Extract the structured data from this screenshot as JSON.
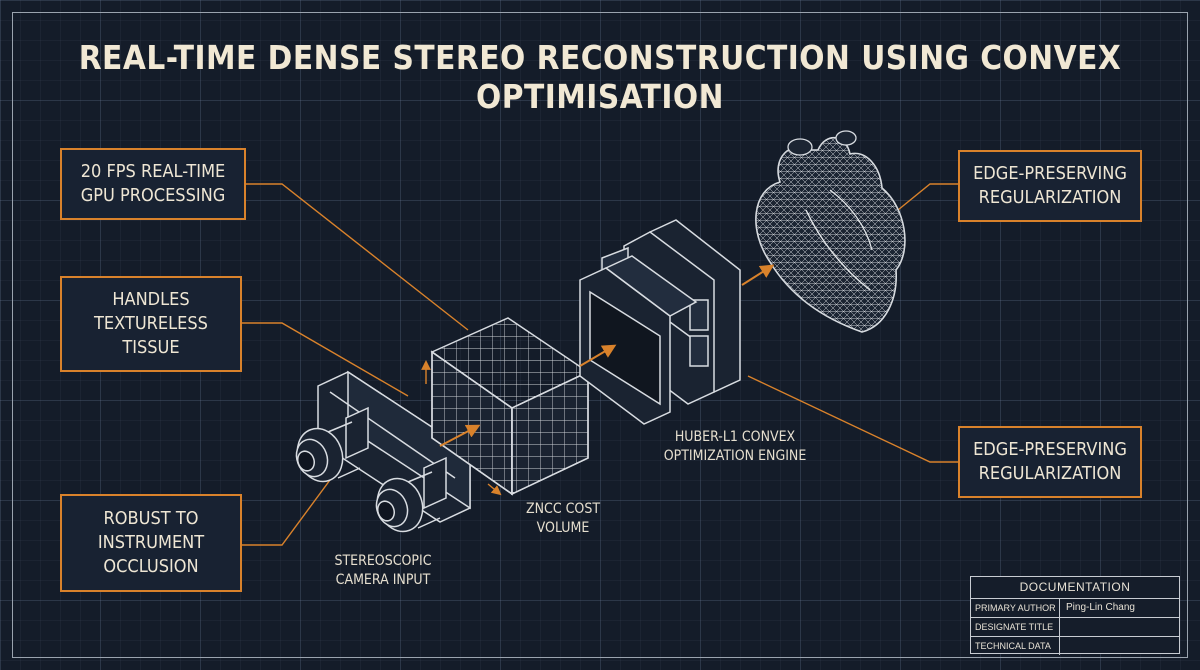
{
  "title": "Real-Time Dense Stereo Reconstruction Using Convex Optimisation",
  "callouts": {
    "left_top": "20 FPS Real-Time\nGPU Processing",
    "left_mid": "Handles\nTextureless\nTissue",
    "left_bottom": "Robust to\nInstrument\nOcclusion",
    "right_top": "Edge-Preserving\nRegularization",
    "right_bottom": "Edge-Preserving\nRegularization"
  },
  "labels": {
    "camera": "Stereoscopic\nCamera Input",
    "cost_volume": "ZNCC Cost\nVolume",
    "optimizer": "Huber-L1 Convex\nOptimization Engine"
  },
  "documentation": {
    "header": "Documentation",
    "rows": [
      {
        "key": "Primary Author",
        "value": "Ping-Lin Chang"
      },
      {
        "key": "Designate Title",
        "value": ""
      },
      {
        "key": "Technical Data",
        "value": ""
      }
    ]
  },
  "colors": {
    "accent": "#d9822b",
    "background": "#141c29",
    "ink": "#ece4d2"
  }
}
